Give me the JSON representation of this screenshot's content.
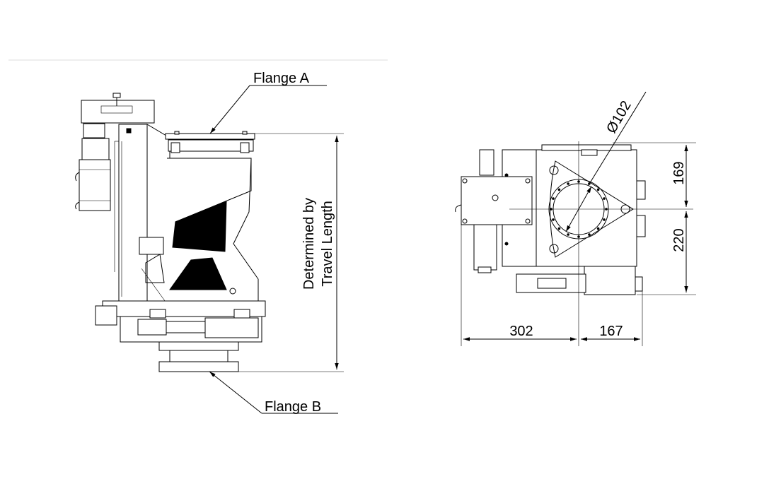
{
  "labels": {
    "flange_a": "Flange A",
    "flange_b": "Flange B",
    "travel_line1": "Determined by",
    "travel_line2": "Travel Length"
  },
  "dimensions": {
    "diameter": "Ø102",
    "d169": "169",
    "d220": "220",
    "d302": "302",
    "d167": "167"
  }
}
